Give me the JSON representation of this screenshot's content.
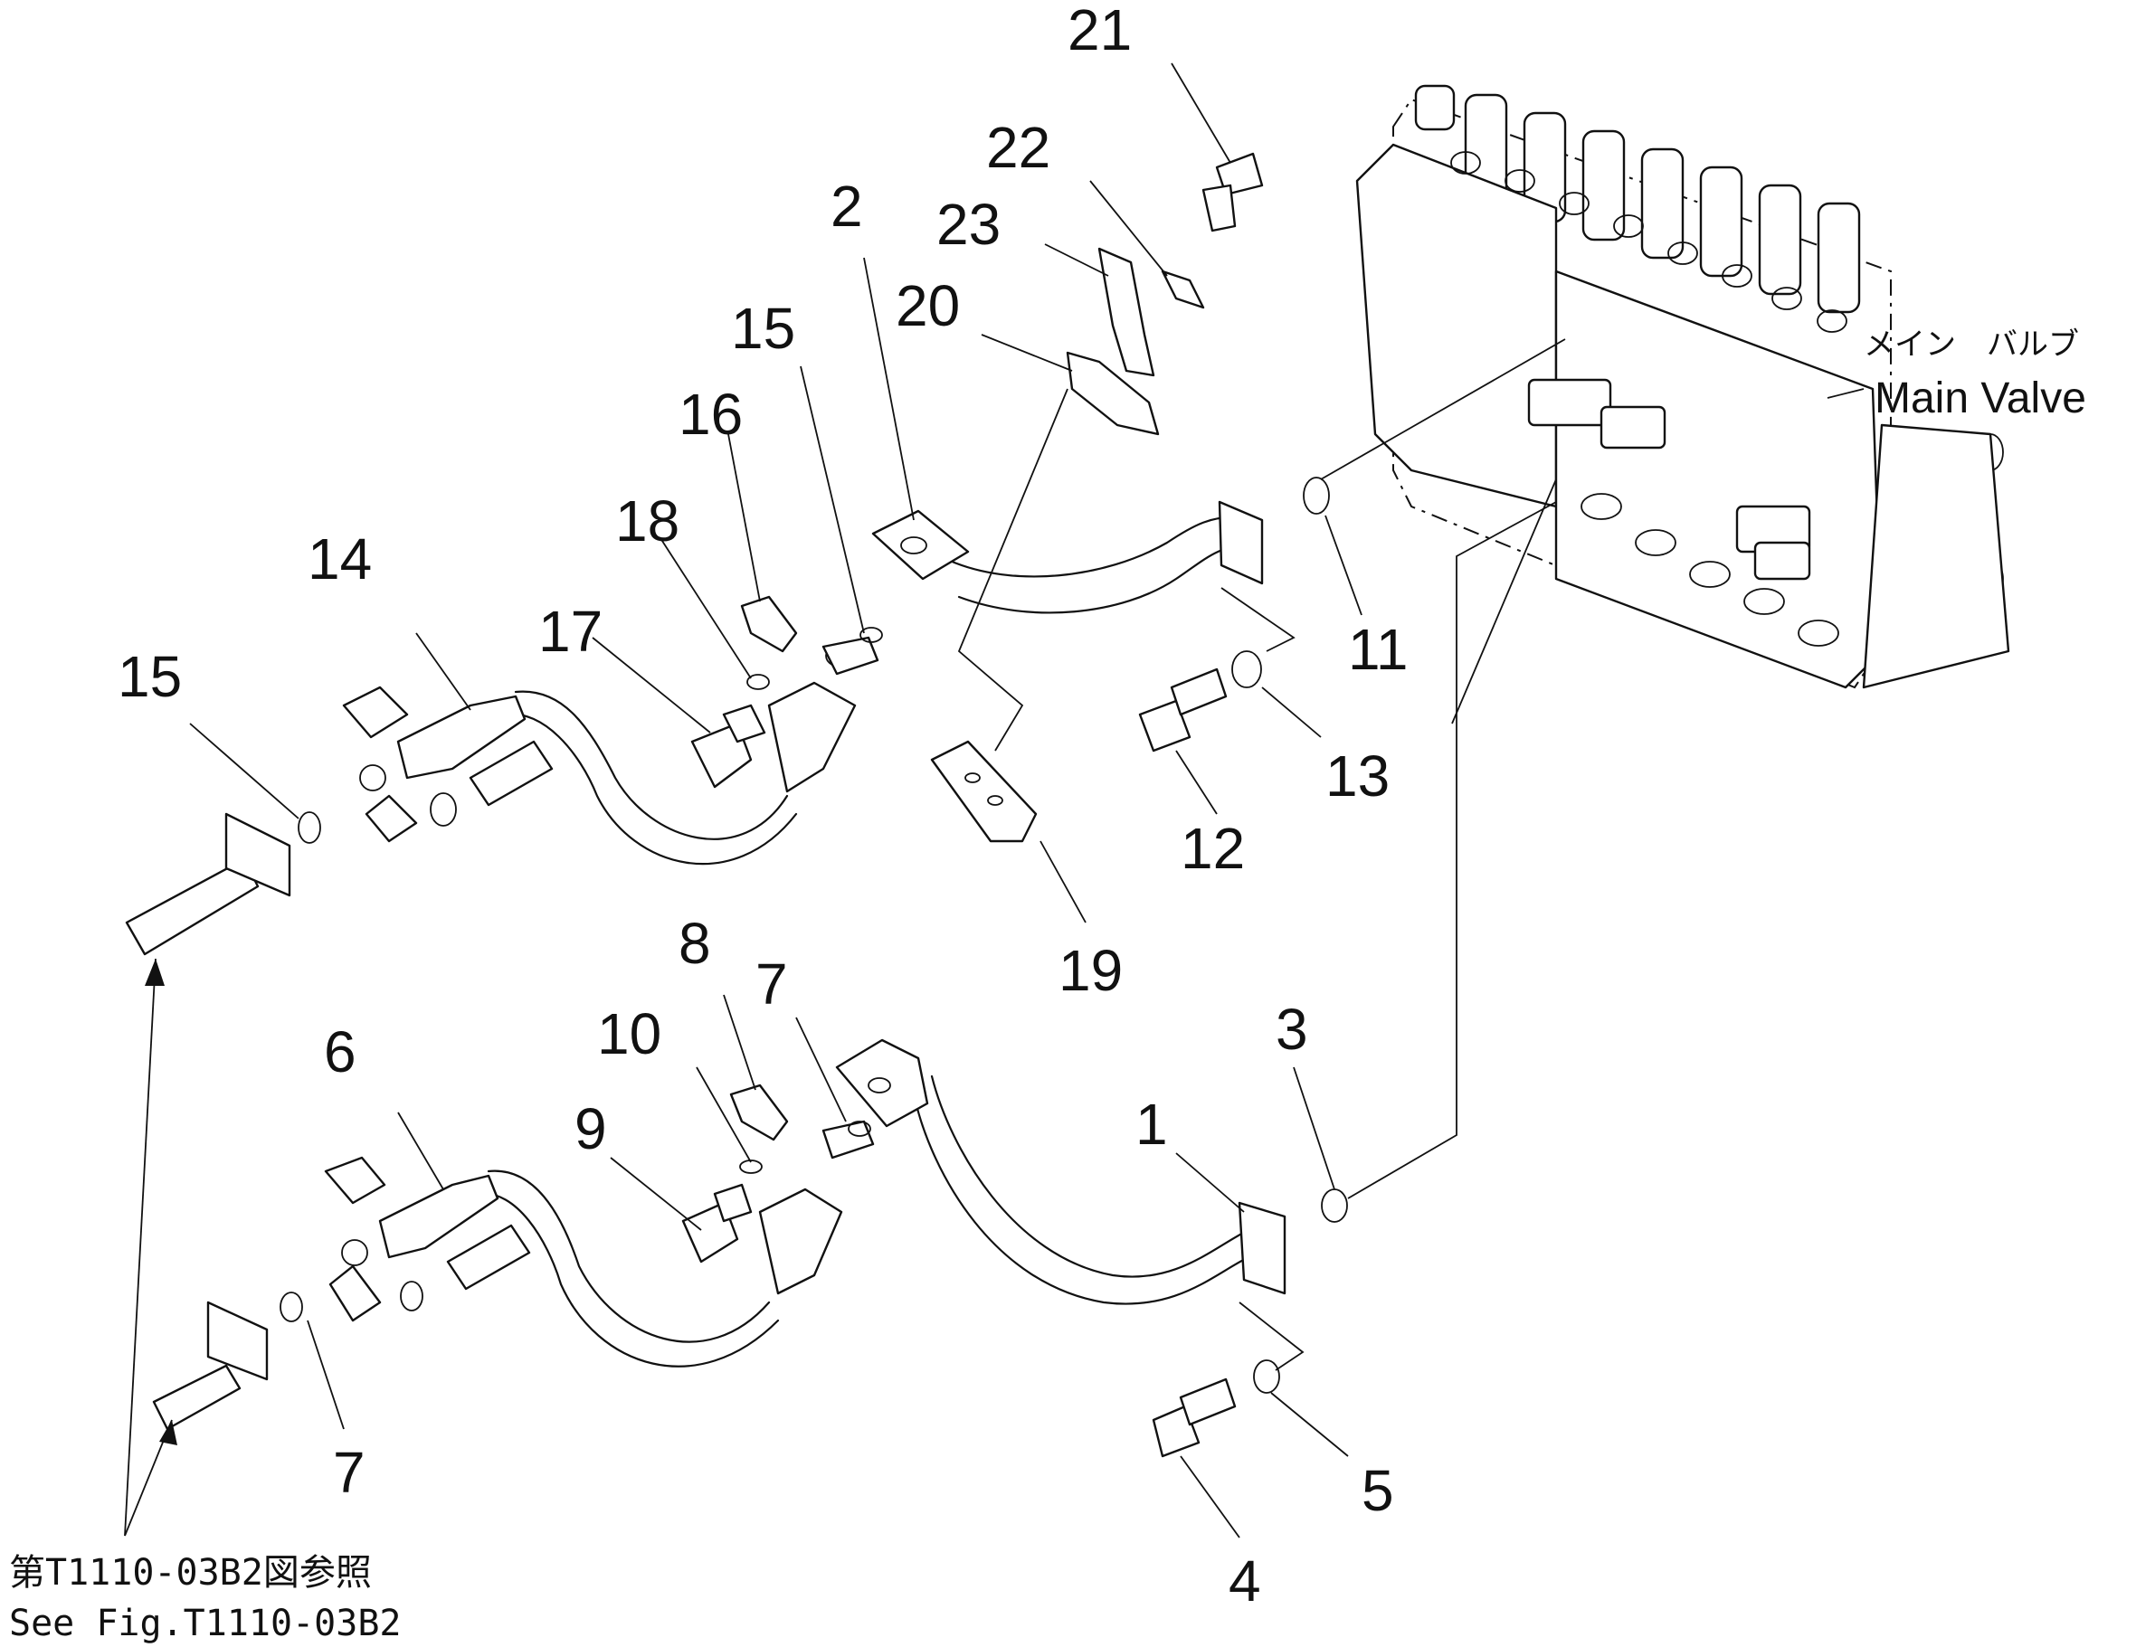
{
  "components": {
    "main_valve": {
      "label_jp": "メイン　バルブ",
      "label_en": "Main Valve"
    }
  },
  "reference": {
    "line_jp": "第T1110-03B2図参照",
    "line_en": "See Fig.T1110-03B2"
  },
  "callouts": [
    "21",
    "22",
    "23",
    "2",
    "20",
    "15",
    "16",
    "18",
    "14",
    "17",
    "15",
    "11",
    "13",
    "12",
    "19",
    "8",
    "7",
    "10",
    "6",
    "9",
    "3",
    "1",
    "7",
    "5",
    "4"
  ]
}
